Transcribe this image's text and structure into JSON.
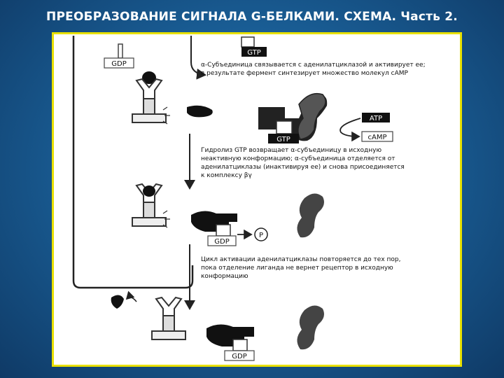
{
  "slide": {
    "title": "ПРЕОБРАЗОВАНИЕ СИГНАЛА G-БЕЛКАМИ. СХЕМА. Часть 2.",
    "colors": {
      "background": "#1a5f97",
      "frame": "#e8e000",
      "title": "#ffffff"
    }
  },
  "diagram": {
    "labels": {
      "gtp_top": "GTP",
      "gdp_top": "GDP",
      "atp": "ATP",
      "camp": "cAMP",
      "gtp_mid": "GTP",
      "gdp_bottom_mid": "GDP",
      "p_circle": "P",
      "gdp_bottom": "GDP"
    },
    "notes": {
      "step1_line1": "α-Субъединица связывается с аденилатциклазой и активирует ее;",
      "step1_line2": "в результате фермент синтезирует множество молекул сАМР",
      "step2_line1": "Гидролиз GTP возвращает α-субъединицу в исходную",
      "step2_line2": "неактивную конформацию; α-субъединица отделяется от",
      "step2_line3": "аденилатциклазы (инактивируя ее) и снова присоединяется",
      "step2_line4": "к комплексу βγ",
      "step3_line1": "Цикл активации аденилатциклазы повторяется до тех пор,",
      "step3_line2": "пока отделение лиганда не вернет рецептор в исходную",
      "step3_line3": "конформацию"
    }
  }
}
